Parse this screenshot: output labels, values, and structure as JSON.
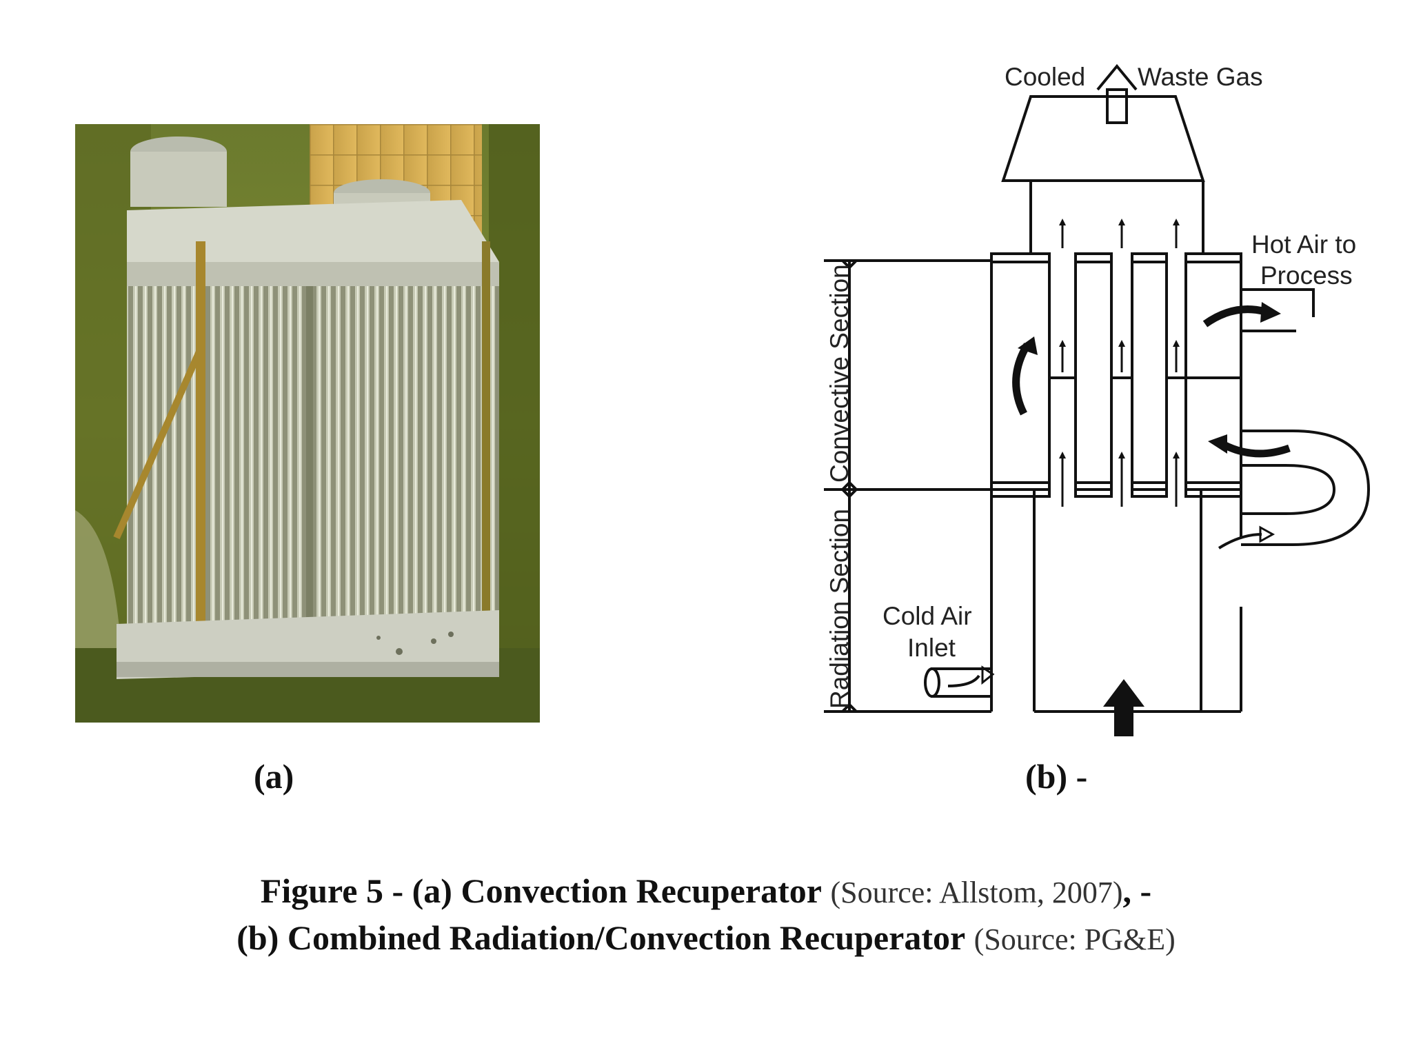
{
  "figure": {
    "panel_a_label": "(a)",
    "panel_b_label": "(b) -",
    "caption": {
      "line1_bold": "Figure 5 - (a) Convection Recuperator",
      "line1_source": "(Source: Allstom, 2007)",
      "line1_tail": ", -",
      "line2_bold": "(b) Combined Radiation/Convection Recuperator",
      "line2_source": "(Source: PG&E)"
    }
  },
  "diagram": {
    "label_cooled": "Cooled",
    "label_waste_gas": "Waste Gas",
    "label_hot_air_1": "Hot Air to",
    "label_hot_air_2": "Process",
    "label_convective": "Convective Section",
    "label_radiation": "Radiation Section",
    "label_cold_air_1": "Cold Air",
    "label_cold_air_2": "Inlet"
  }
}
